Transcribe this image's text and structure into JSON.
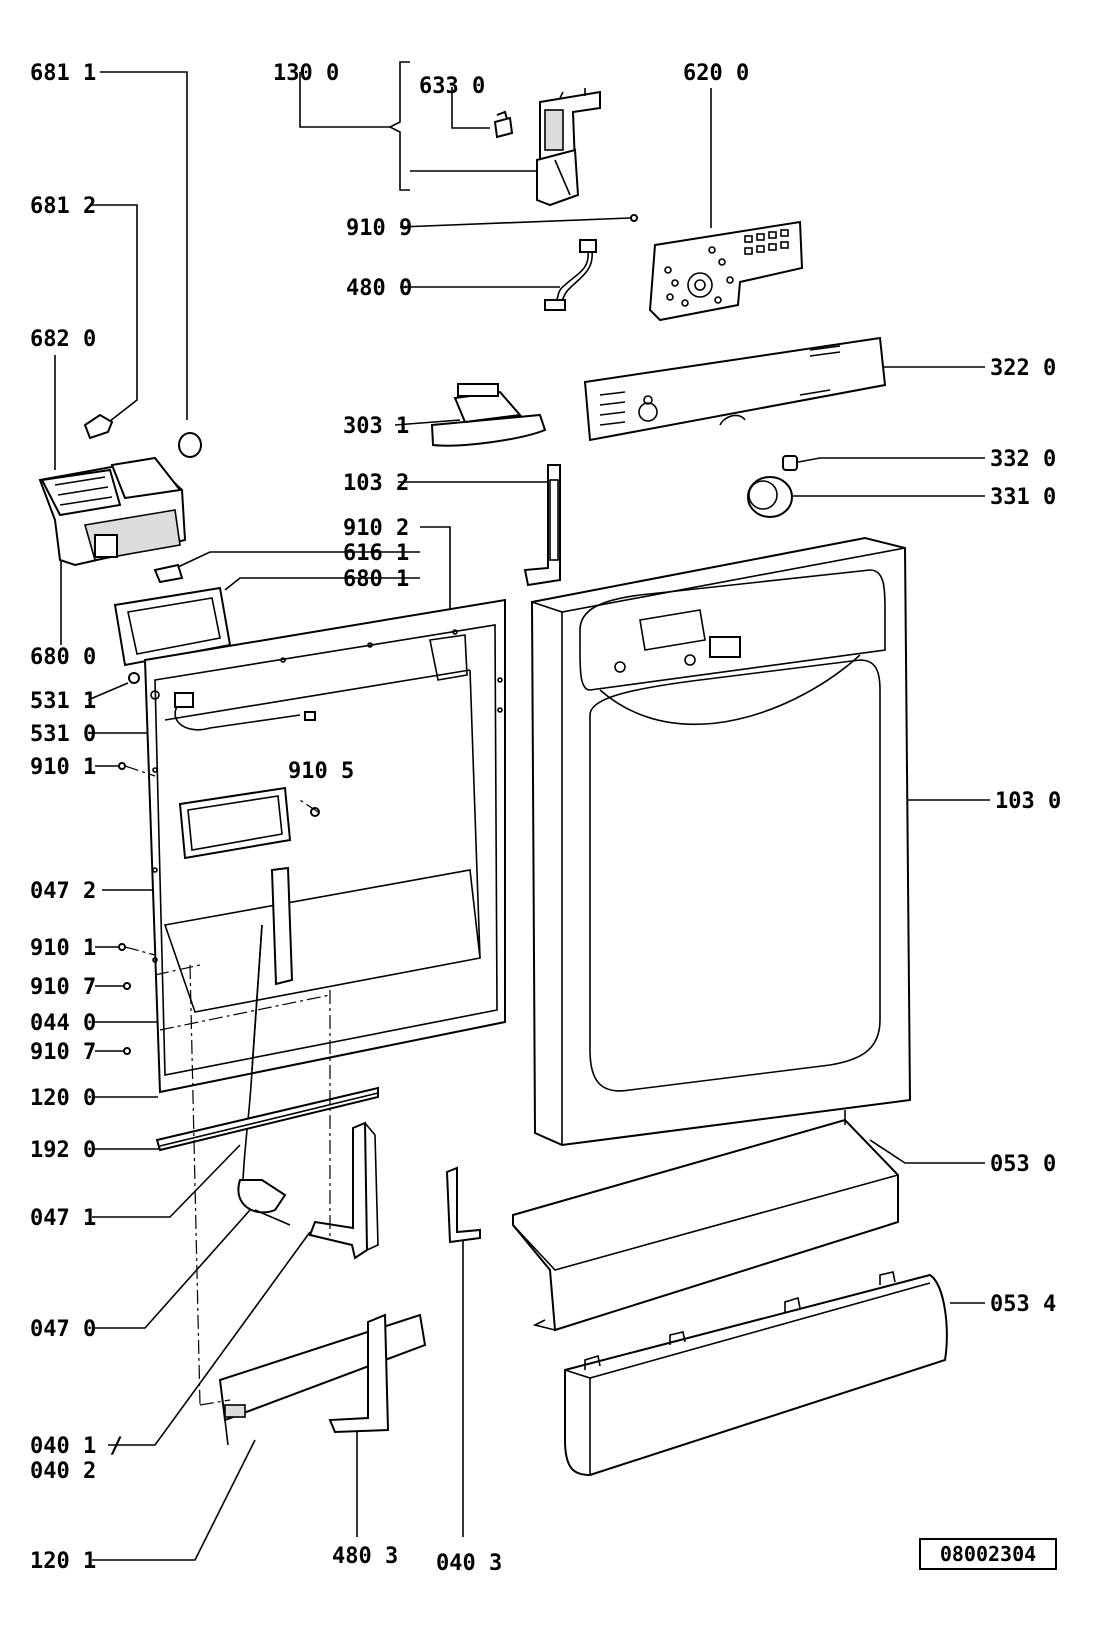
{
  "labels": {
    "l6811": "681 1",
    "l1300": "130 0",
    "l6330": "633 0",
    "l6200": "620 0",
    "l6812": "681 2",
    "l9109": "910 9",
    "l4800": "480 0",
    "l6820": "682 0",
    "l3220": "322 0",
    "l3031": "303 1",
    "l1032": "103 2",
    "l3320": "332 0",
    "l3310": "331 0",
    "l9102": "910 2",
    "l6161": "616 1",
    "l6801": "680 1",
    "l6800": "680 0",
    "l5311": "531 1",
    "l5310": "531 0",
    "l9101a": "910 1",
    "l9105": "910 5",
    "l1030": "103 0",
    "l0472": "047 2",
    "l9101b": "910 1",
    "l9107a": "910 7",
    "l0440": "044 0",
    "l9107b": "910 7",
    "l1200": "120 0",
    "l1920": "192 0",
    "l0530": "053 0",
    "l0471": "047 1",
    "l0534": "053 4",
    "l0470": "047 0",
    "l0401": "040 1 /",
    "l0402": "040 2",
    "l1201": "120 1",
    "l4803": "480 3",
    "l0403": "040 3"
  },
  "drawing_number": "08002304"
}
